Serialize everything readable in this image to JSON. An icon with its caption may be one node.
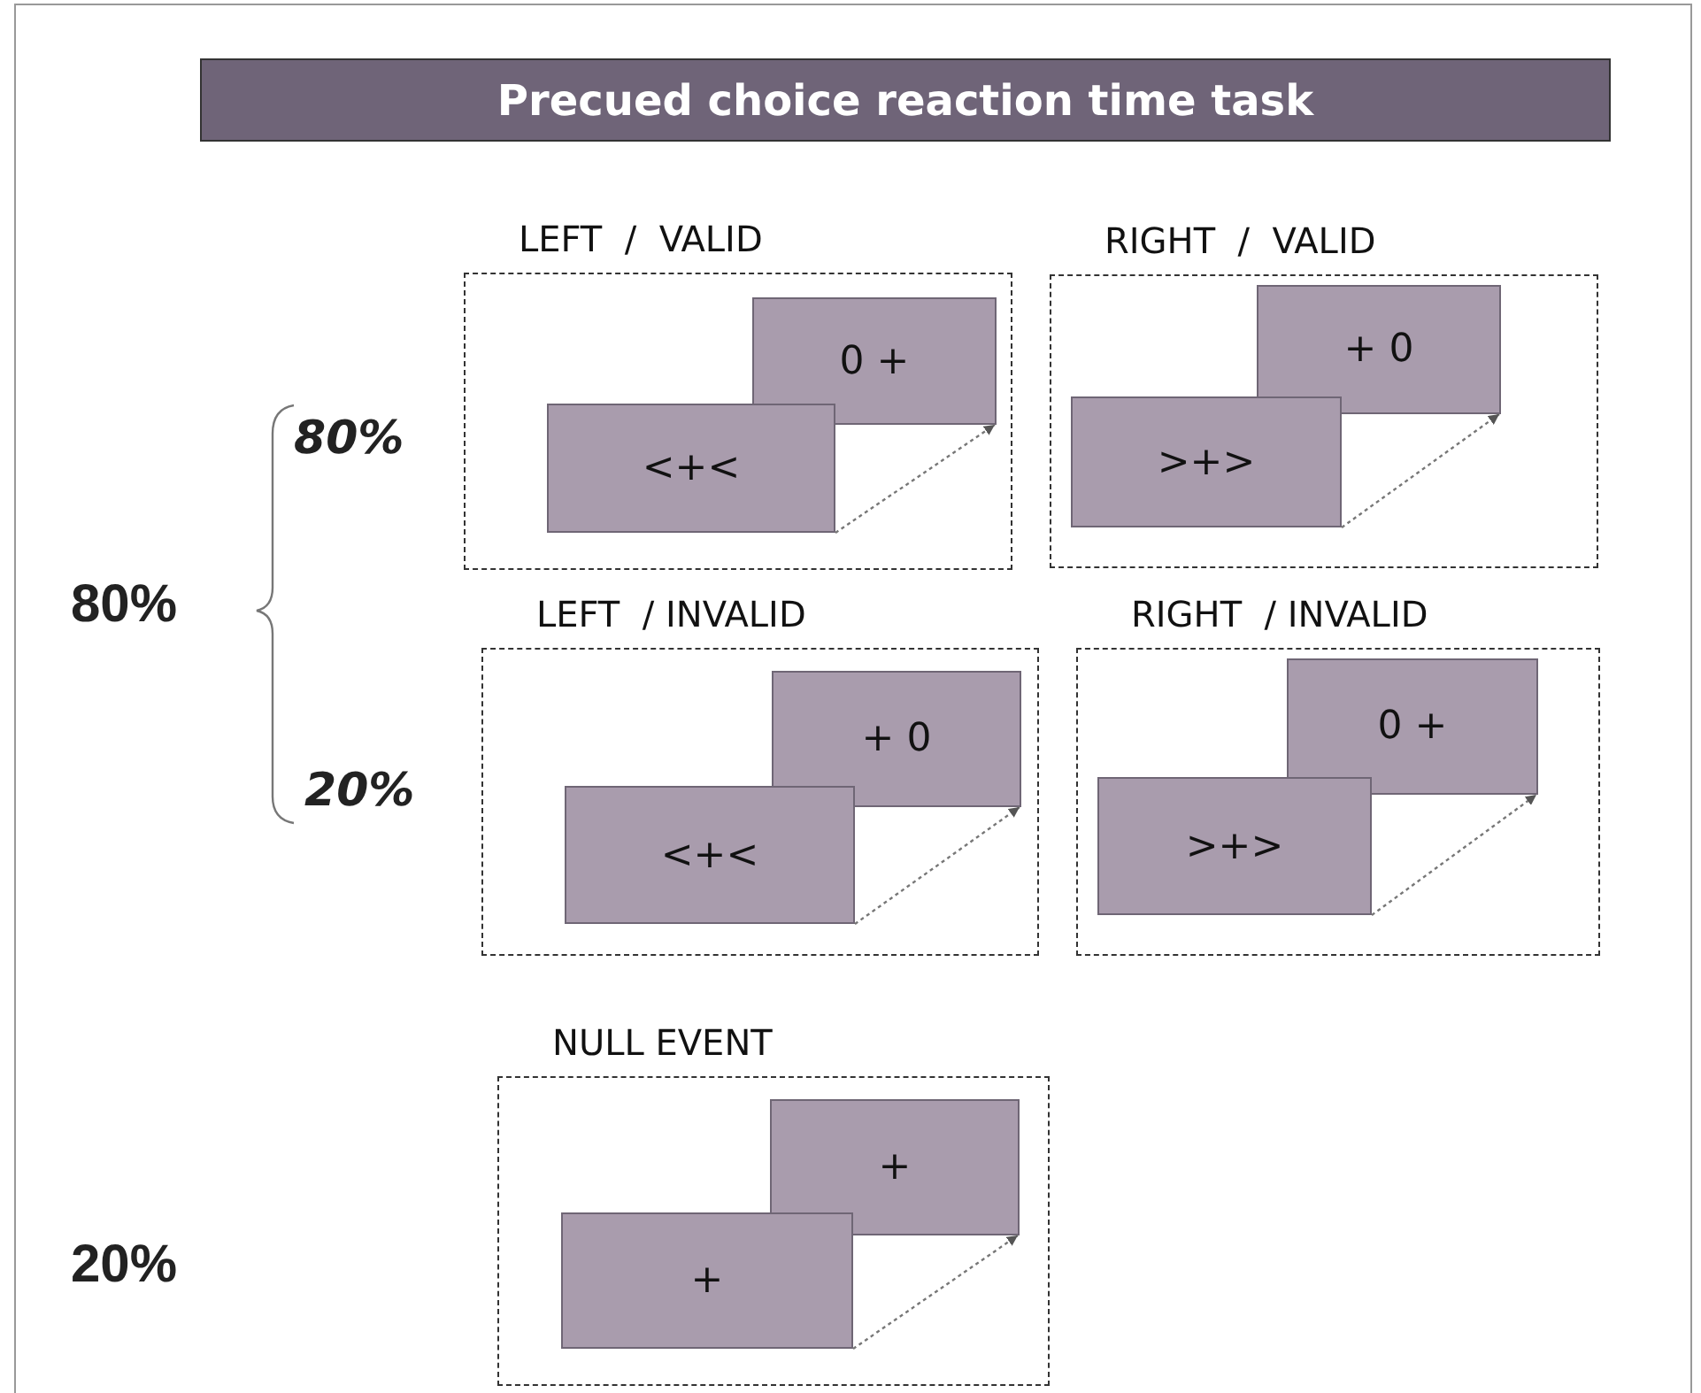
{
  "diagram": {
    "title": "Precued choice reaction time task",
    "nodes": [
      {
        "text": [
          "LEFT  /  VALID"
        ]
      },
      {
        "text": [
          "0 +"
        ],
        "in": 0
      },
      {
        "text": [
          "<+<"
        ],
        "in": 0
      },
      {
        "text": [
          "RIGHT  /  VALID"
        ]
      },
      {
        "text": [
          "+ 0"
        ],
        "in": 3
      },
      {
        "text": [
          ">+>"
        ],
        "in": 3
      },
      {
        "text": [
          "LEFT  / INVALID"
        ]
      },
      {
        "text": [
          "+ 0"
        ],
        "in": 6
      },
      {
        "text": [
          "<+<"
        ],
        "in": 6
      },
      {
        "text": [
          "RIGHT  / INVALID"
        ]
      },
      {
        "text": [
          "0 +"
        ],
        "in": 9
      },
      {
        "text": [
          ">+>"
        ],
        "in": 9
      },
      {
        "text": [
          "NULL EVENT"
        ]
      },
      {
        "text": [
          "+"
        ],
        "in": 12
      },
      {
        "text": [
          "+"
        ],
        "in": 12
      }
    ],
    "edges": [
      {
        "from": 2,
        "to": 1,
        "arrow": "to",
        "style": "dashed"
      },
      {
        "from": 5,
        "to": 4,
        "arrow": "to",
        "style": "dashed"
      },
      {
        "from": 8,
        "to": 7,
        "arrow": "to",
        "style": "dashed"
      },
      {
        "from": 11,
        "to": 10,
        "arrow": "to",
        "style": "dashed"
      },
      {
        "from": 14,
        "to": 13,
        "arrow": "to",
        "style": "dashed"
      }
    ],
    "labels": [
      "80%",
      "80%",
      "20%",
      "20%"
    ]
  }
}
